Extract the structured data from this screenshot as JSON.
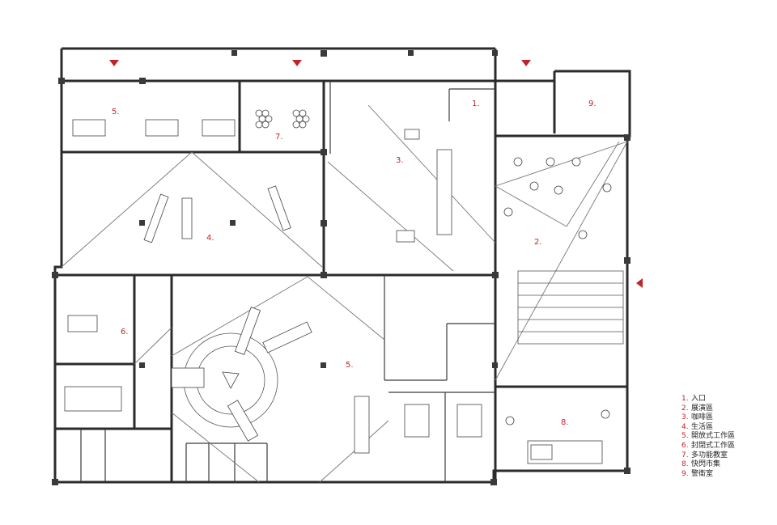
{
  "zones": [
    {
      "id": "z1",
      "number": "1."
    },
    {
      "id": "z2",
      "number": "2."
    },
    {
      "id": "z3",
      "number": "3."
    },
    {
      "id": "z4",
      "number": "4."
    },
    {
      "id": "z5a",
      "number": "5."
    },
    {
      "id": "z5b",
      "number": "5."
    },
    {
      "id": "z6",
      "number": "6."
    },
    {
      "id": "z7",
      "number": "7."
    },
    {
      "id": "z8",
      "number": "8."
    },
    {
      "id": "z9",
      "number": "9."
    }
  ],
  "legend": [
    {
      "number": "1.",
      "label": "入口"
    },
    {
      "number": "2.",
      "label": "展演區"
    },
    {
      "number": "3.",
      "label": "咖啡區"
    },
    {
      "number": "4.",
      "label": "生活區"
    },
    {
      "number": "5.",
      "label": "開放式工作區"
    },
    {
      "number": "6.",
      "label": "封閉式工作區"
    },
    {
      "number": "7.",
      "label": "多功能教室"
    },
    {
      "number": "8.",
      "label": "快閃市集"
    },
    {
      "number": "9.",
      "label": "警衛室"
    }
  ],
  "colors": {
    "accent": "#c0242a",
    "wall": "#2b2b2b"
  }
}
